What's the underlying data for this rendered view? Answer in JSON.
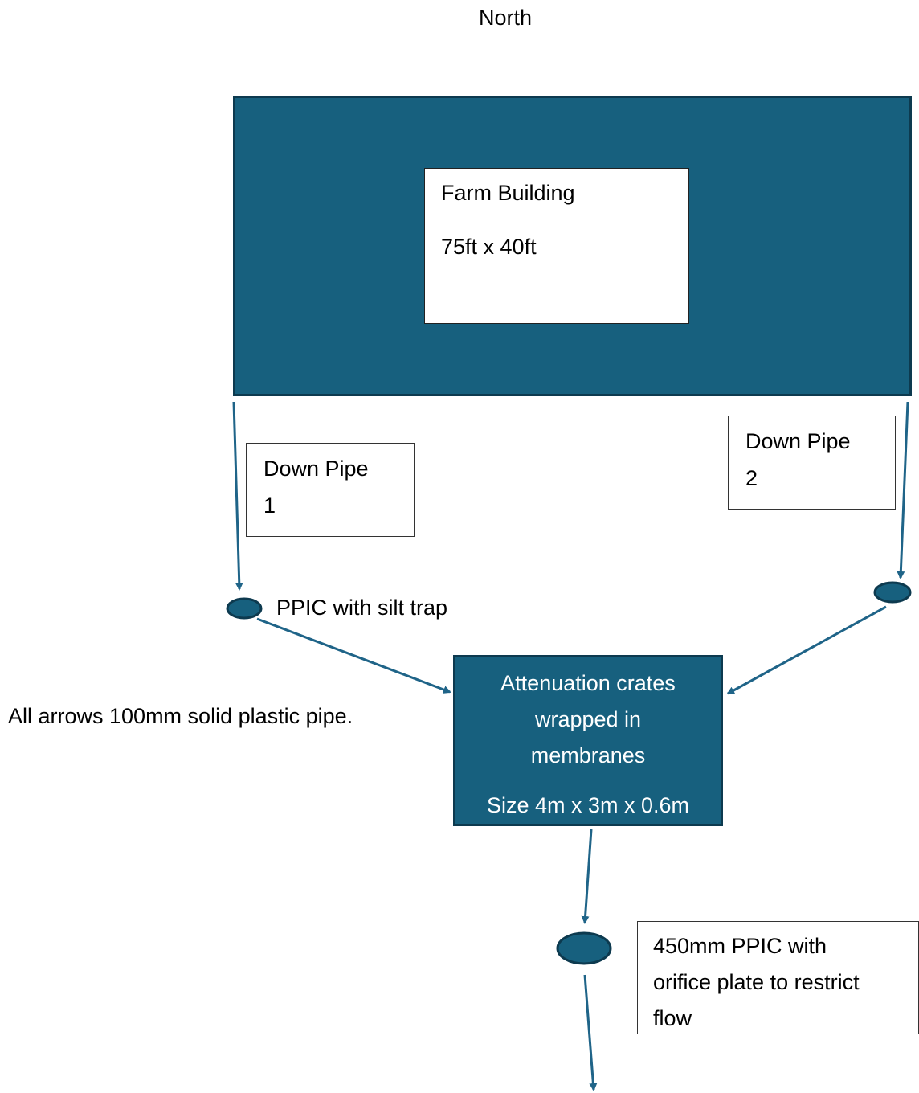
{
  "north_label": "North",
  "farm_building": {
    "title": "Farm Building",
    "dimensions": "75ft x 40ft"
  },
  "down_pipe_1": {
    "line1": "Down Pipe",
    "line2": "1"
  },
  "down_pipe_2": {
    "line1": "Down Pipe",
    "line2": "2"
  },
  "ppic_label": "PPIC with silt trap",
  "pipe_note": "All arrows 100mm solid plastic pipe.",
  "attenuation": {
    "line1": "Attenuation crates",
    "line2": "wrapped in",
    "line3": "membranes",
    "size": "Size 4m x 3m x 0.6m"
  },
  "outlet_ppic": {
    "line1": "450mm PPIC with",
    "line2": "orifice plate to restrict",
    "line3": "flow"
  },
  "colors": {
    "fill": "#17607e",
    "outline": "#0d3a4f",
    "arrow": "#1f6488"
  }
}
